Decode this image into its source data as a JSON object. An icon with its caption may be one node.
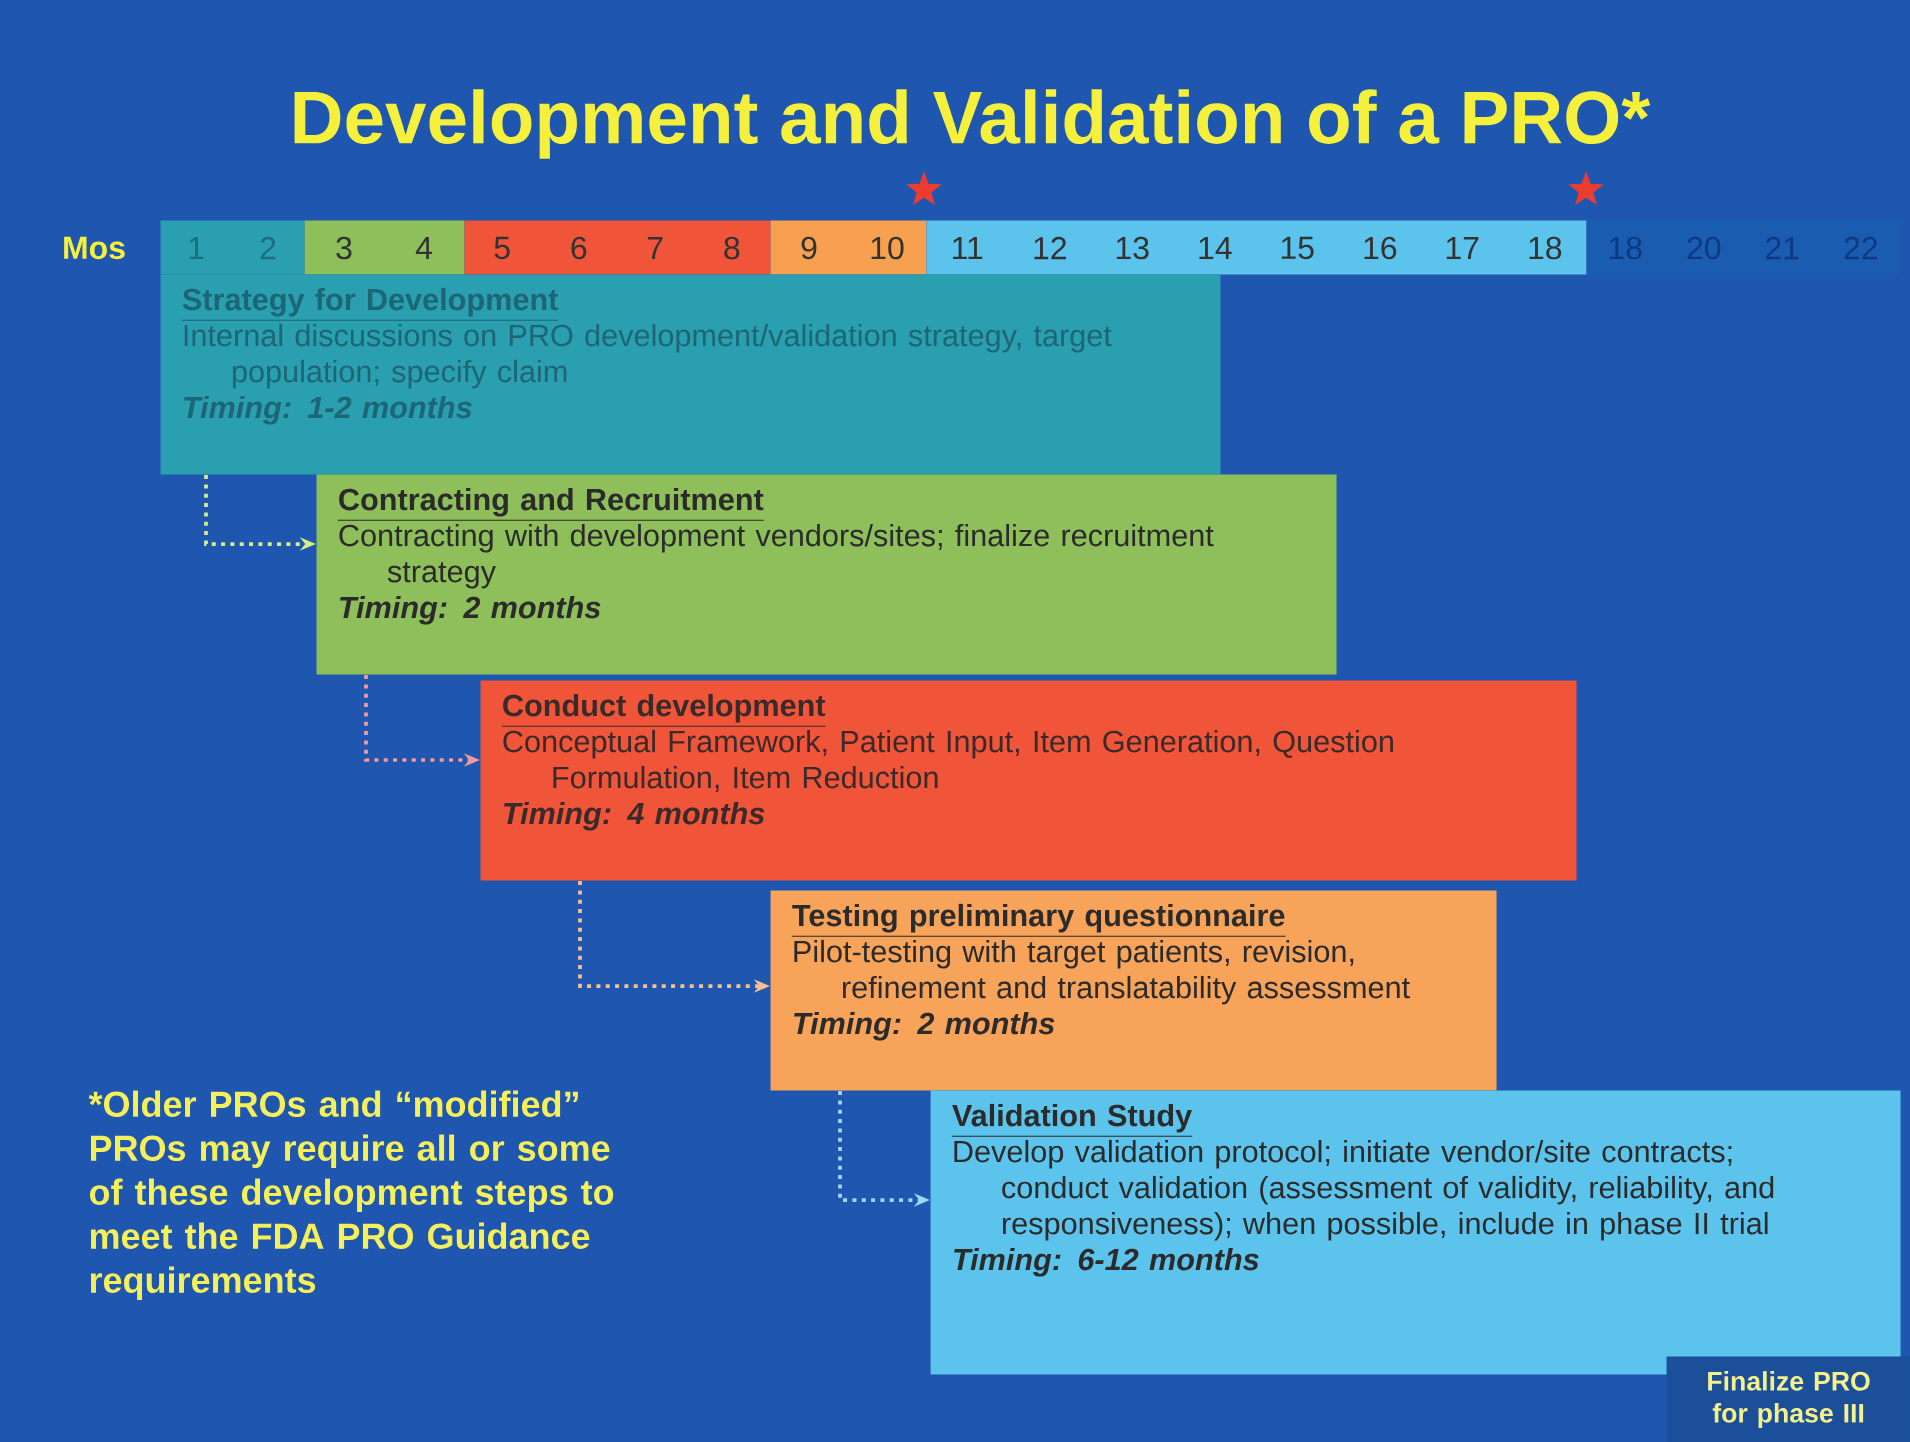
{
  "diagram": {
    "title": "Development and Validation of a PRO*",
    "nodes": [
      {
        "text": [
          "1",
          "2"
        ]
      },
      {
        "text": [
          "3",
          "4"
        ]
      },
      {
        "text": [
          "5",
          "6",
          "7",
          "8"
        ]
      },
      {
        "text": [
          "9",
          "10"
        ]
      },
      {
        "text": [
          "11",
          "12",
          "13",
          "14",
          "15",
          "16",
          "17",
          "18"
        ]
      },
      {
        "text": [
          "18",
          "20",
          "21",
          "22"
        ]
      },
      {
        "text": [
          "Strategy for Development",
          "Internal discussions on PRO development/validation strategy, target population; specify claim",
          "Timing: 1-2 months"
        ]
      },
      {
        "text": [
          "Contracting and Recruitment",
          "Contracting with development vendors/sites; finalize recruitment strategy",
          "Timing: 2 months"
        ]
      },
      {
        "text": [
          "Conduct development",
          "Conceptual Framework, Patient Input, Item Generation, Question Formulation, Item Reduction",
          "Timing: 4 months"
        ]
      },
      {
        "text": [
          "Testing preliminary questionnaire",
          "Pilot-testing with target patients, revision, refinement and translatability assessment",
          "Timing: 2 months"
        ]
      },
      {
        "text": [
          "Validation Study",
          "Develop validation protocol; initiate vendor/site contracts; conduct validation (assessment of validity, reliability, and responsiveness); when possible, include in phase II trial",
          "Timing: 6-12 months"
        ]
      },
      {
        "text": [
          "Finalize PRO for phase III"
        ]
      }
    ],
    "edges": [
      {
        "from": 6,
        "to": 7,
        "arrow": "to",
        "style": "dashed",
        "color": "#d6ec8a"
      },
      {
        "from": 7,
        "to": 8,
        "arrow": "to",
        "style": "dashed",
        "color": "#f59a9a"
      },
      {
        "from": 8,
        "to": 9,
        "arrow": "to",
        "style": "dashed",
        "color": "#f8c090"
      },
      {
        "from": 9,
        "to": 10,
        "arrow": "to",
        "style": "dashed",
        "color": "#9ad8f5"
      }
    ],
    "labels": [
      "Mos",
      "*Older PROs and “modified” PROs may require all or some of these development steps to meet the FDA PRO Guidance requirements"
    ]
  }
}
